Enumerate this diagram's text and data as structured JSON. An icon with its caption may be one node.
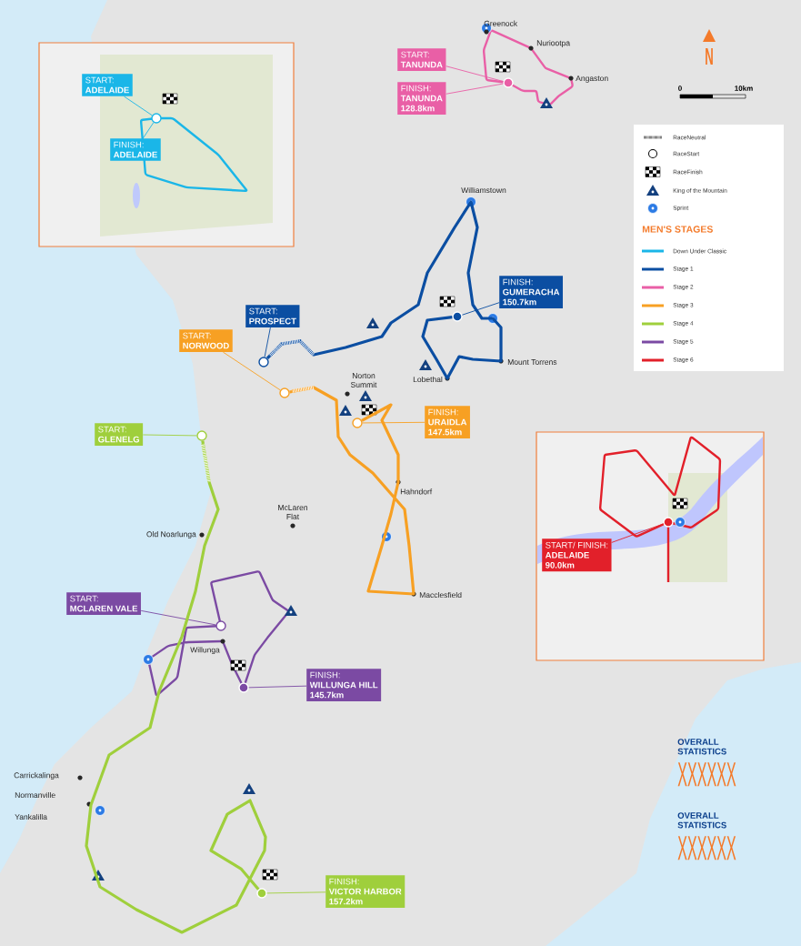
{
  "diagram": {
    "nodes": [
      {
        "text": [
          "START:",
          "ADELAIDE"
        ]
      },
      {
        "text": [
          "FINISH:",
          "ADELAIDE"
        ]
      },
      {
        "text": [],
        "shape": "circle"
      },
      {
        "text": [
          "START:",
          "TANUNDA"
        ]
      },
      {
        "text": [
          "FINISH:",
          "TANUNDA",
          "128.8km"
        ]
      },
      {
        "text": [],
        "shape": "circle"
      },
      {
        "text": [
          "START:",
          "PROSPECT"
        ]
      },
      {
        "text": [],
        "shape": "circle"
      },
      {
        "text": [
          "FINISH:",
          "GUMERACHA",
          "150.7km"
        ]
      },
      {
        "text": [],
        "shape": "circle"
      },
      {
        "text": [
          "START:",
          "NORWOOD"
        ]
      },
      {
        "text": [],
        "shape": "circle"
      },
      {
        "text": [
          "FINISH:",
          "URAIDLA",
          "147.5km"
        ]
      },
      {
        "text": [],
        "shape": "circle"
      },
      {
        "text": [
          "START:",
          "GLENELG"
        ]
      },
      {
        "text": [],
        "shape": "circle"
      },
      {
        "text": [
          "START:",
          "MCLAREN VALE"
        ]
      },
      {
        "text": [],
        "shape": "circle"
      },
      {
        "text": [
          "FINISH:",
          "WILLUNGA HILL",
          "145.7km"
        ]
      },
      {
        "text": [],
        "shape": "circle"
      },
      {
        "text": [
          "START/ FINISH:",
          "ADELAIDE",
          "90.0km"
        ]
      },
      {
        "text": [],
        "shape": "circle"
      },
      {
        "text": [
          "FINISH:",
          "VICTOR HARBOR",
          "157.2km"
        ]
      },
      {
        "text": [],
        "shape": "circle"
      }
    ],
    "edges": [
      {
        "from": 0,
        "to": 2,
        "arrow": "none",
        "color": "#1ab6e8"
      },
      {
        "from": 1,
        "to": 2,
        "arrow": "none",
        "color": "#1ab6e8"
      },
      {
        "from": 3,
        "to": 5,
        "arrow": "none",
        "color": "#e95fa6"
      },
      {
        "from": 4,
        "to": 5,
        "arrow": "none",
        "color": "#e95fa6"
      },
      {
        "from": 6,
        "to": 7,
        "arrow": "none",
        "color": "#0b4ea2"
      },
      {
        "from": 8,
        "to": 9,
        "arrow": "none",
        "color": "#0b4ea2"
      },
      {
        "from": 10,
        "to": 11,
        "arrow": "none",
        "color": "#f7a023"
      },
      {
        "from": 12,
        "to": 13,
        "arrow": "none",
        "color": "#f7a023"
      },
      {
        "from": 14,
        "to": 15,
        "arrow": "none",
        "color": "#9fcf3c"
      },
      {
        "from": 16,
        "to": 17,
        "arrow": "none",
        "color": "#7b4aa3"
      },
      {
        "from": 18,
        "to": 19,
        "arrow": "none",
        "color": "#7b4aa3"
      },
      {
        "from": 20,
        "to": 21,
        "arrow": "none",
        "color": "#e2202a"
      },
      {
        "from": 22,
        "to": 23,
        "arrow": "none",
        "color": "#9fcf3c"
      },
      {
        "from": 7,
        "to": 9,
        "arrow": "none",
        "style": "thick",
        "color": "#0b4ea2"
      },
      {
        "from": 11,
        "to": 13,
        "arrow": "none",
        "style": "thick",
        "color": "#f7a023"
      },
      {
        "from": 15,
        "to": 23,
        "arrow": "none",
        "style": "thick",
        "color": "#9fcf3c"
      }
    ],
    "labels": [
      "Greenock",
      "Nuriootpa",
      "N",
      "Angaston",
      "0",
      "10km",
      "MEN'S STAGES",
      "Williamstown",
      "Norton Summit",
      "Lobethal",
      "Mount Torrens",
      "Hahndorf",
      "McLaren Flat",
      "Old Noarlunga",
      "Macclesfield",
      "Willunga",
      "OVERALL STATISTICS",
      "XXXXXX",
      "Carrickalinga",
      "Normanville",
      "Yankalilla",
      "OVERALL STATISTICS",
      "XXXXXX"
    ],
    "legend": [
      {
        "text": "RaceNeutral"
      },
      {
        "text": "RaceStart"
      },
      {
        "text": "RaceFinish"
      },
      {
        "text": "King of the Mountain"
      },
      {
        "text": "Sprint"
      },
      {
        "text": "Down Under Classic",
        "color": "#1ab6e8"
      },
      {
        "text": "Stage 1",
        "color": "#0b4ea2"
      },
      {
        "text": "Stage 2",
        "color": "#e95fa6"
      },
      {
        "text": "Stage 3",
        "color": "#f7a023"
      },
      {
        "text": "Stage 4",
        "color": "#9fcf3c"
      },
      {
        "text": "Stage 5",
        "color": "#7b4aa3"
      },
      {
        "text": "Stage 6",
        "color": "#e2202a"
      }
    ]
  }
}
